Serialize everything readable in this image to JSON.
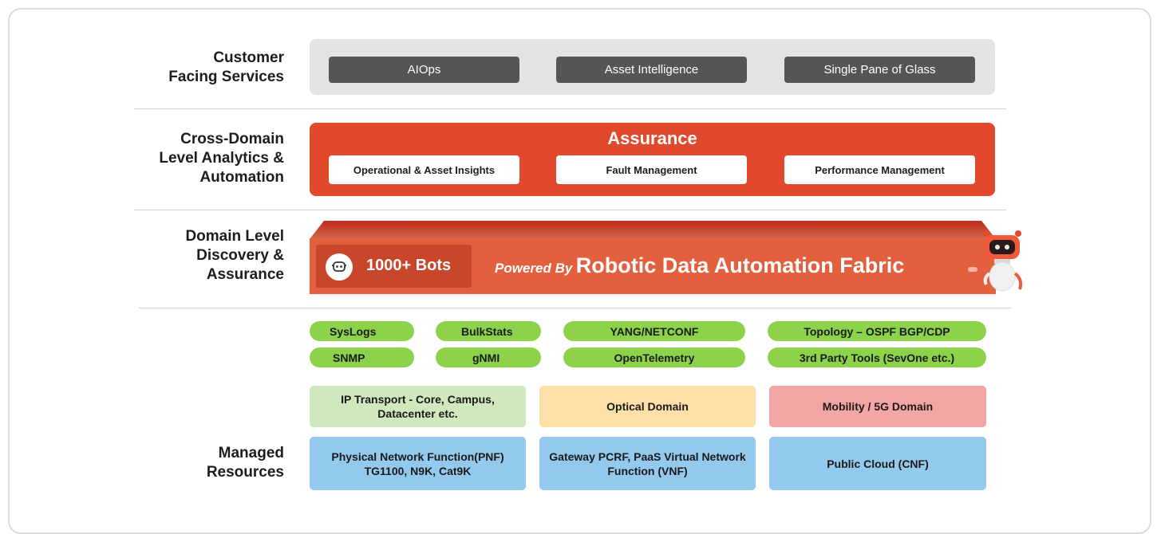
{
  "labels": {
    "customer": [
      "Customer",
      "Facing Services"
    ],
    "cross": [
      "Cross-Domain",
      "Level Analytics &",
      "Automation"
    ],
    "domain": [
      "Domain Level",
      "Discovery &",
      "Assurance"
    ],
    "managed": [
      "Managed",
      "Resources"
    ]
  },
  "customer_services": [
    "AIOps",
    "Asset Intelligence",
    "Single Pane of Glass"
  ],
  "assurance": {
    "title": "Assurance",
    "items": [
      "Operational & Asset Insights",
      "Fault Management",
      "Performance Management"
    ]
  },
  "fabric": {
    "bots": "1000+ Bots",
    "powered_by": "Powered By",
    "name": "Robotic Data Automation Fabric"
  },
  "protocols": [
    "SysLogs",
    "BulkStats",
    "YANG/NETCONF",
    "Topology – OSPF BGP/CDP",
    "SNMP",
    "gNMI",
    "OpenTelemetry",
    "3rd Party Tools (SevOne etc.)"
  ],
  "domains": [
    "IP Transport - Core, Campus, Datacenter etc.",
    "Optical Domain",
    "Mobility / 5G Domain"
  ],
  "functions": [
    "Physical Network Function(PNF) TG1100, N9K, Cat9K",
    "Gateway PCRF, PaaS Virtual Network Function (VNF)",
    "Public Cloud (CNF)"
  ],
  "colors": {
    "dark_pill": "#555555",
    "assurance_orange": "#e2482b",
    "fabric_orange": "#e3603f",
    "protocol_green": "#8dd24b",
    "ip_green": "#cfe8bd",
    "optical_yellow": "#fde0a8",
    "mobility_pink": "#f2a5a3",
    "resource_blue": "#94c9ee"
  }
}
